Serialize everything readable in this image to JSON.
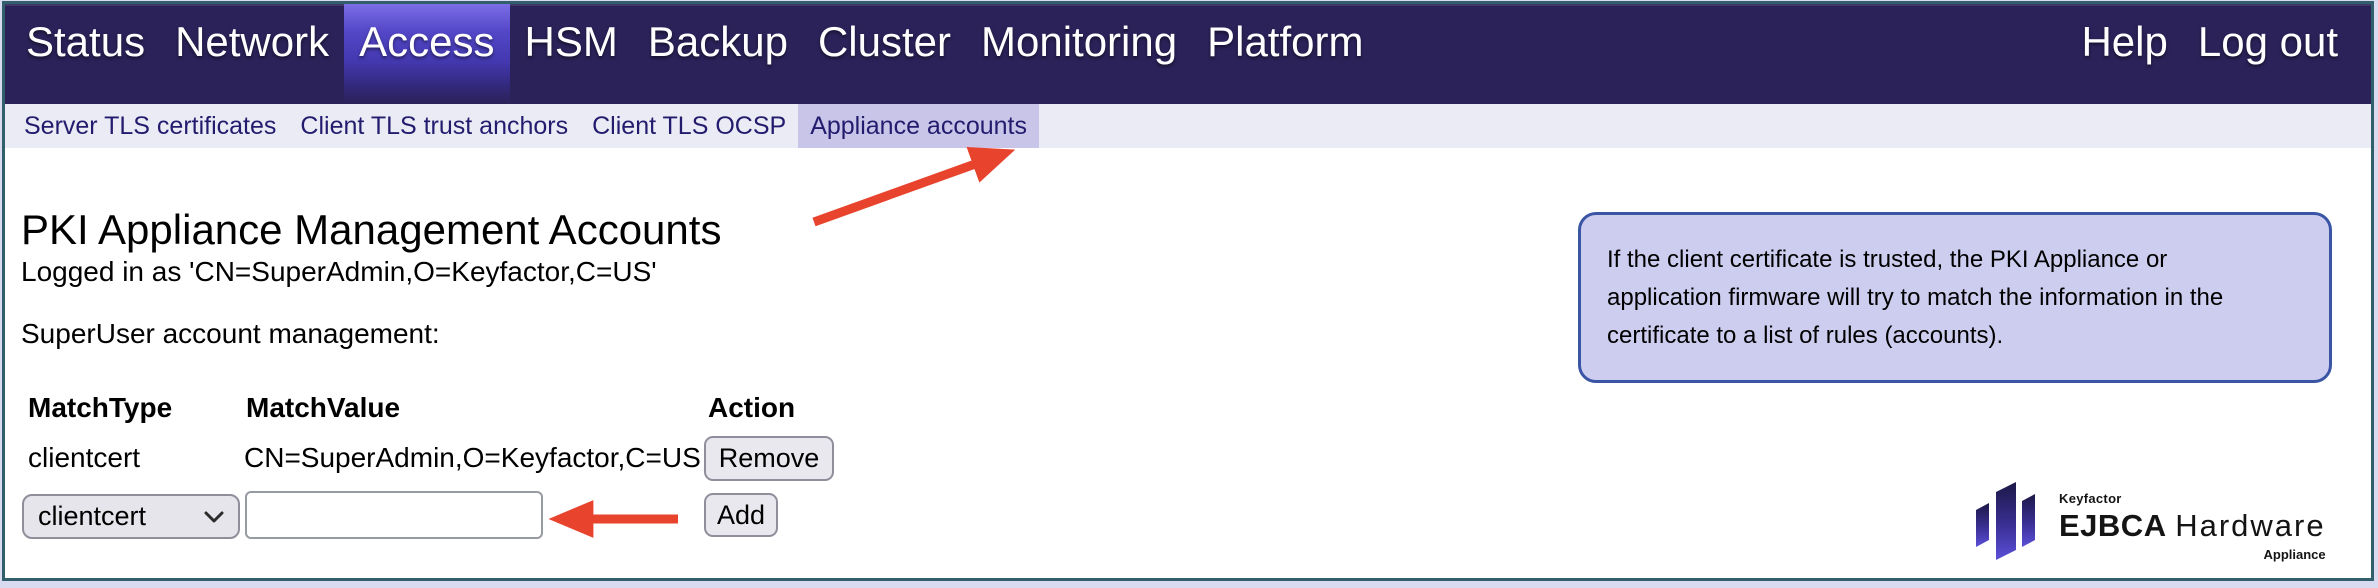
{
  "top_nav": {
    "items": [
      "Status",
      "Network",
      "Access",
      "HSM",
      "Backup",
      "Cluster",
      "Monitoring",
      "Platform"
    ],
    "active_item": "Access",
    "help_label": "Help",
    "logout_label": "Log out"
  },
  "sub_nav": {
    "items": [
      "Server TLS certificates",
      "Client TLS trust anchors",
      "Client TLS OCSP",
      "Appliance accounts"
    ],
    "active_item": "Appliance accounts"
  },
  "main": {
    "title": "PKI Appliance Management Accounts",
    "logged_in_text": "Logged in as 'CN=SuperAdmin,O=Keyfactor,C=US'",
    "section_label": "SuperUser account management:"
  },
  "account_table": {
    "headers": {
      "match_type": "MatchType",
      "match_value": "MatchValue",
      "action": "Action"
    },
    "rows": [
      {
        "match_type": "clientcert",
        "match_value": "CN=SuperAdmin,O=Keyfactor,C=US",
        "action_label": "Remove"
      }
    ],
    "add_row": {
      "match_type_selected": "clientcert",
      "match_value_value": "",
      "action_label": "Add"
    }
  },
  "info_box": {
    "lines": [
      "If the client certificate is trusted, the PKI Appliance or",
      "application firmware will try to match the information in the",
      "certificate to a list of rules (accounts)."
    ]
  },
  "logo": {
    "brand": "Keyfactor",
    "product_bold": "EJBCA",
    "product_regular": "Hardware",
    "subtitle": "Appliance"
  },
  "colors": {
    "topnav_bg": "#2b2259",
    "topnav_active_top": "#7b6ee6",
    "subnav_bg": "#ebebf5",
    "subnav_active_bg": "#c8c5e8",
    "subnav_text": "#231c6e",
    "arrow_red": "#e8432c",
    "info_box_bg": "#cdcdef",
    "info_box_border": "#3b55a5",
    "frame_border": "#335e6c",
    "button_bg": "#e9e8ee"
  }
}
